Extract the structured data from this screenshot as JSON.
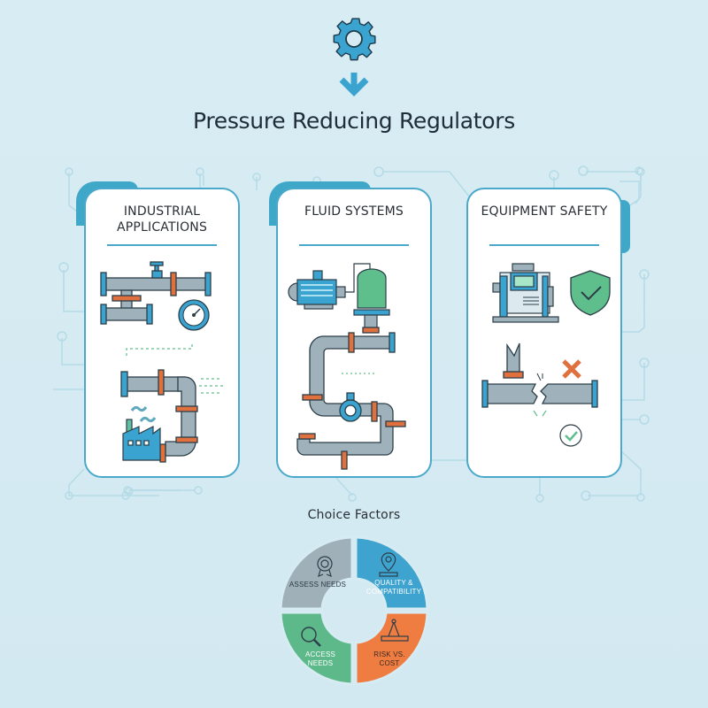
{
  "header": {
    "icon": "gear-with-down-arrow-icon",
    "title": "Pressure Reducing Regulators"
  },
  "colors": {
    "background": "#d6ebf2",
    "accent_blue": "#3fa8c9",
    "pipe_gray": "#9fb2bb",
    "flange_orange": "#e0703e",
    "green": "#5fbf8c",
    "gray_segment": "#9fb0b8",
    "blue_segment": "#3ea3cf",
    "green_segment": "#5db98a",
    "orange_segment": "#ef7d42"
  },
  "cards": [
    {
      "title": "Industrial Applications",
      "icons": [
        "pipe-manifold-icon",
        "pressure-gauge-icon",
        "flow-arrows-icon",
        "factory-icon",
        "elbow-pipe-icon"
      ]
    },
    {
      "title": "Fluid Systems",
      "icons": [
        "pump-motor-icon",
        "pressure-tank-icon",
        "flow-arrows-icon",
        "regulator-valve-icon",
        "pipe-loop-icon"
      ]
    },
    {
      "title": "Equipment Safety",
      "icons": [
        "control-unit-icon",
        "shield-check-icon",
        "broken-pipe-icon",
        "x-mark-icon",
        "check-circle-icon"
      ]
    }
  ],
  "factors": {
    "title": "Choice Factors",
    "segments": [
      {
        "label": "Assess Needs",
        "icon": "award-badge-icon",
        "color": "#9fb0b8"
      },
      {
        "label": "Quality & Compatibility",
        "icon": "location-pin-icon",
        "color": "#3ea3cf"
      },
      {
        "label": "Access Needs",
        "icon": "magnifier-icon",
        "color": "#5db98a"
      },
      {
        "label": "Risk vs. Cost",
        "icon": "compass-ruler-icon",
        "color": "#ef7d42"
      }
    ]
  }
}
